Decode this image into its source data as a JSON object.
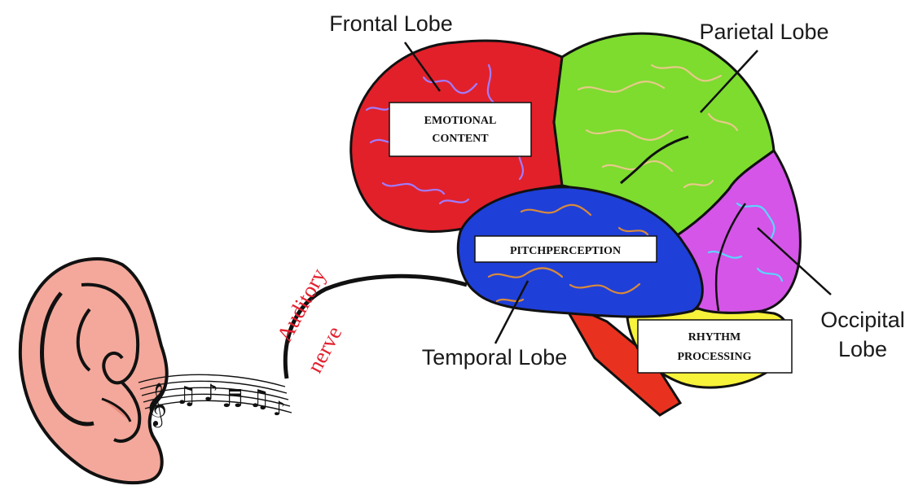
{
  "labels": {
    "frontal": "Frontal Lobe",
    "parietal": "Parietal Lobe",
    "occipital_1": "Occipital",
    "occipital_2": "Lobe",
    "temporal": "Temporal Lobe",
    "nerve_1": "Auditory",
    "nerve_2": "nerve"
  },
  "boxes": {
    "emotional_1": "EMOTIONAL",
    "emotional_2": "CONTENT",
    "pitch": "PITCHPERCEPTION",
    "rhythm_1": "RHYTHM",
    "rhythm_2": "PROCESSING"
  },
  "colors": {
    "frontal": "#e2202a",
    "parietal": "#7ddc2e",
    "occipital": "#d555e8",
    "temporal": "#1f3fd9",
    "cerebellum": "#f7f23a",
    "brainstem": "#e8321f",
    "ear": "#f3a89b",
    "nerve_text": "#e3202e"
  },
  "icons": {
    "ear": "ear-icon",
    "music": "music-notes-icon"
  }
}
